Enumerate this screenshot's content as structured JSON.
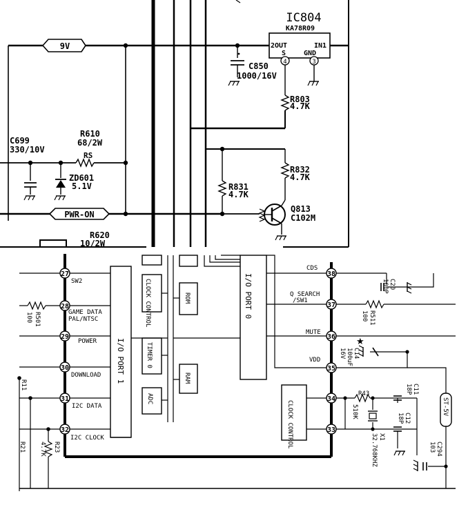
{
  "top": {
    "ic804": {
      "ref": "IC804",
      "part": "KA78R09",
      "pin_out": "2OUT",
      "pin_in": "IN1",
      "pin_s": "S",
      "pin_gnd": "GND",
      "pin4": "4",
      "pin3": "3"
    },
    "net_9v": "9V",
    "c850": {
      "ref": "C850",
      "value": "1000/16V"
    },
    "r803": {
      "ref": "R803",
      "value": "4.7K"
    },
    "c699": {
      "ref": "C699",
      "value": "330/10V"
    },
    "r610": {
      "ref": "R610",
      "value": "68/2W",
      "tag": "RS"
    },
    "zd601": {
      "ref": "ZD601",
      "value": "5.1V"
    },
    "r832": {
      "ref": "R832",
      "value": "4.7K"
    },
    "r831": {
      "ref": "R831",
      "value": "4.7K"
    },
    "q813": {
      "ref": "Q813",
      "part": "C102M"
    },
    "pwr_on": "PWR-ON",
    "r620": {
      "ref": "R620",
      "value": "10/2W"
    }
  },
  "bottom": {
    "left_pins": [
      {
        "num": "27",
        "label": "SW2"
      },
      {
        "num": "28",
        "label": "GAME DATA",
        "label2": "PAL/NTSC"
      },
      {
        "num": "29",
        "label": "POWER"
      },
      {
        "num": "30",
        "label": "DOWNLOAD"
      },
      {
        "num": "31",
        "label": "I2C DATA"
      },
      {
        "num": "32",
        "label": "I2C CLOCK"
      }
    ],
    "right_pins": [
      {
        "num": "38",
        "label": "CDS"
      },
      {
        "num": "37",
        "label": "Q SEARCH",
        "label2": "/SW1"
      },
      {
        "num": "36",
        "label": "MUTE"
      },
      {
        "num": "35",
        "label": "VDD"
      },
      {
        "num": "34",
        "label": ""
      },
      {
        "num": "33",
        "label": ""
      }
    ],
    "blocks": {
      "io_port1": "I/O PORT 1",
      "clock_control_left": "CLOCK CONTROL",
      "rom": "ROM",
      "timer": "TIMER 0",
      "ram": "RAM",
      "adc": "ADC",
      "io_port0": "I/O PORT 0",
      "clock_control_right": "CLOCK CONTROL"
    },
    "r501": {
      "ref": "R501",
      "value": "100"
    },
    "r511": {
      "ref": "R511",
      "value": "100"
    },
    "c20": {
      "ref": "C20",
      "value": "100P"
    },
    "c14": {
      "ref": "C14",
      "value": "100uF",
      "value2": "16V"
    },
    "c11": {
      "ref": "C11",
      "value": "18P"
    },
    "c12": {
      "ref": "C12",
      "value": "18P"
    },
    "r43": {
      "ref": "R43",
      "value": "510K"
    },
    "x1": {
      "ref": "X1",
      "value": "32.768KHZ"
    },
    "c294": {
      "ref": "C294",
      "value": "103"
    },
    "st5v": "ST-5V",
    "r21": "R21",
    "r23": {
      "ref": "R23",
      "value": "4.7K"
    },
    "r11": "R11"
  }
}
